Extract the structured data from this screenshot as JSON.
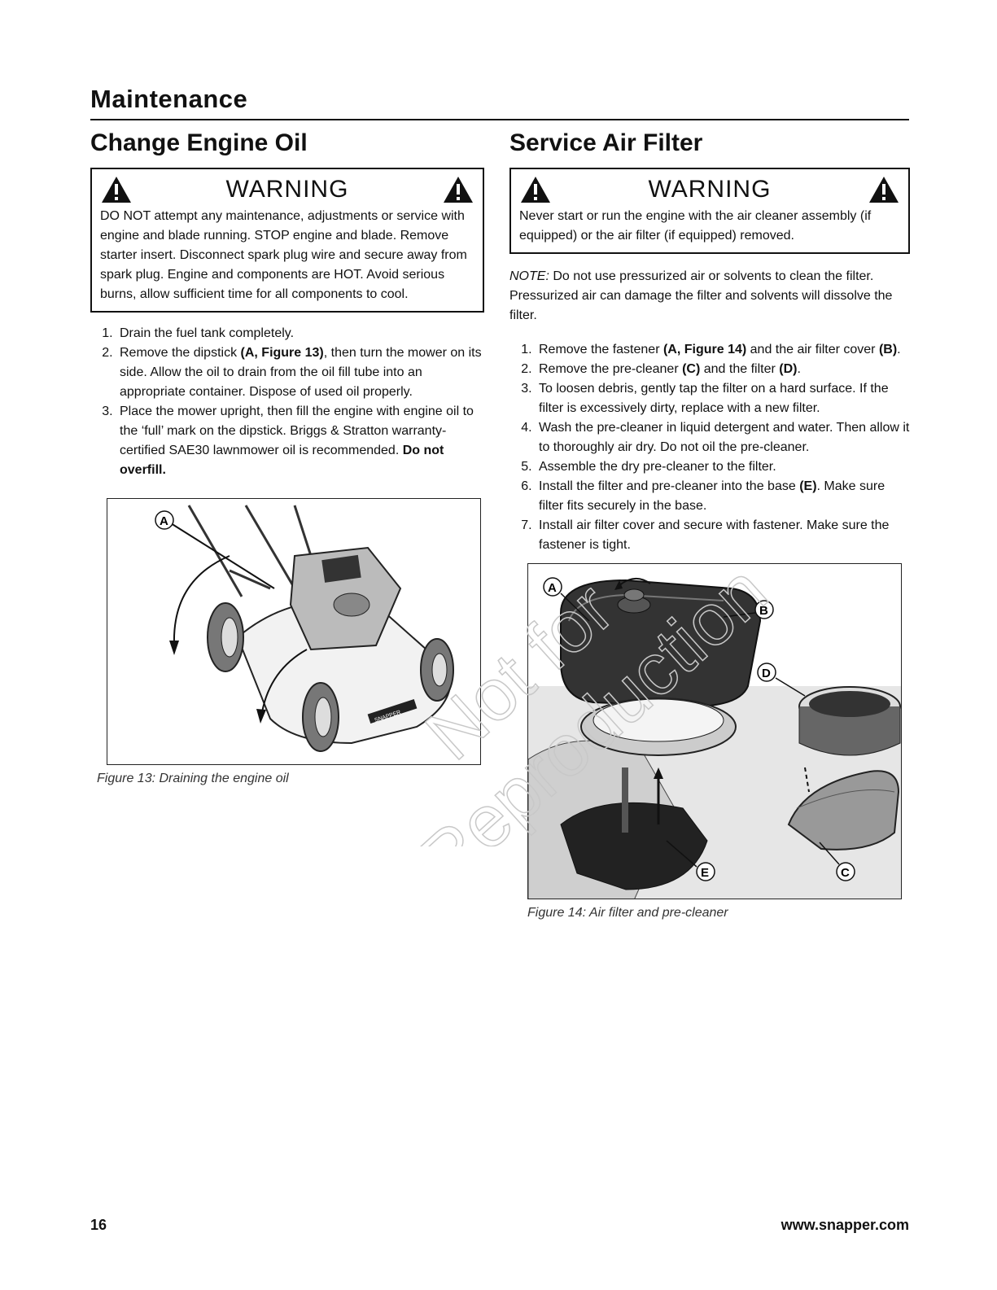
{
  "header": {
    "title": "Maintenance"
  },
  "left": {
    "title": "Change Engine Oil",
    "warning": {
      "label": "WARNING",
      "text": "DO NOT attempt any maintenance, adjustments or service with engine and blade running. STOP engine and blade. Remove starter insert. Disconnect spark plug wire and secure away from spark plug. Engine and components are HOT. Avoid serious burns, allow sufficient time for all components to cool."
    },
    "steps": {
      "s1": "Drain the fuel tank completely.",
      "s2_pre": "Remove the dipstick ",
      "s2_ref": "(A, Figure 13)",
      "s2_post": ", then turn the mower on its side. Allow the oil to drain from the oil fill tube into an appropriate container. Dispose of used oil properly.",
      "s3_pre": "Place the mower upright, then fill the engine with engine oil to the ‘full’ mark on the dipstick. Briggs & Stratton warranty-certified SAE30 lawnmower oil is recommended. ",
      "s3_bold": "Do not overfill."
    },
    "figure": {
      "caption": "Figure 13: Draining the engine oil",
      "callout_a": "A",
      "brand": "SNAPPER"
    }
  },
  "right": {
    "title": "Service Air Filter",
    "warning": {
      "label": "WARNING",
      "text": "Never start or run the engine with the air cleaner assembly (if equipped) or the air filter (if equipped) removed."
    },
    "note": {
      "label": "NOTE:",
      "text": " Do not use pressurized air or solvents to clean the filter. Pressurized air can damage the filter and solvents will dissolve the filter."
    },
    "steps": {
      "s1_pre": "Remove the fastener ",
      "s1_ref": "(A, Figure 14)",
      "s1_mid": " and the air filter cover ",
      "s1_ref2": "(B)",
      "s1_post": ".",
      "s2_pre": "Remove the pre-cleaner ",
      "s2_ref": "(C)",
      "s2_mid": " and the filter ",
      "s2_ref2": "(D)",
      "s2_post": ".",
      "s3": "To loosen debris, gently tap the filter on a hard surface. If the filter is excessively dirty, replace with a new filter.",
      "s4": "Wash the pre-cleaner in liquid detergent and water. Then allow it to thoroughly air dry. Do not oil the pre-cleaner.",
      "s5": "Assemble the dry pre-cleaner to the filter.",
      "s6_pre": "Install the filter and pre-cleaner into the base ",
      "s6_ref": "(E)",
      "s6_post": ". Make sure filter fits securely in the base.",
      "s7": "Install air filter cover and secure with fastener. Make sure the fastener is tight."
    },
    "figure": {
      "caption": "Figure 14: Air filter and pre-cleaner",
      "callout_a": "A",
      "callout_b": "B",
      "callout_c": "C",
      "callout_d": "D",
      "callout_e": "E"
    }
  },
  "footer": {
    "page_number": "16",
    "website": "www.snapper.com"
  },
  "watermark": {
    "line1": "Not for",
    "line2": "Reproduction"
  }
}
